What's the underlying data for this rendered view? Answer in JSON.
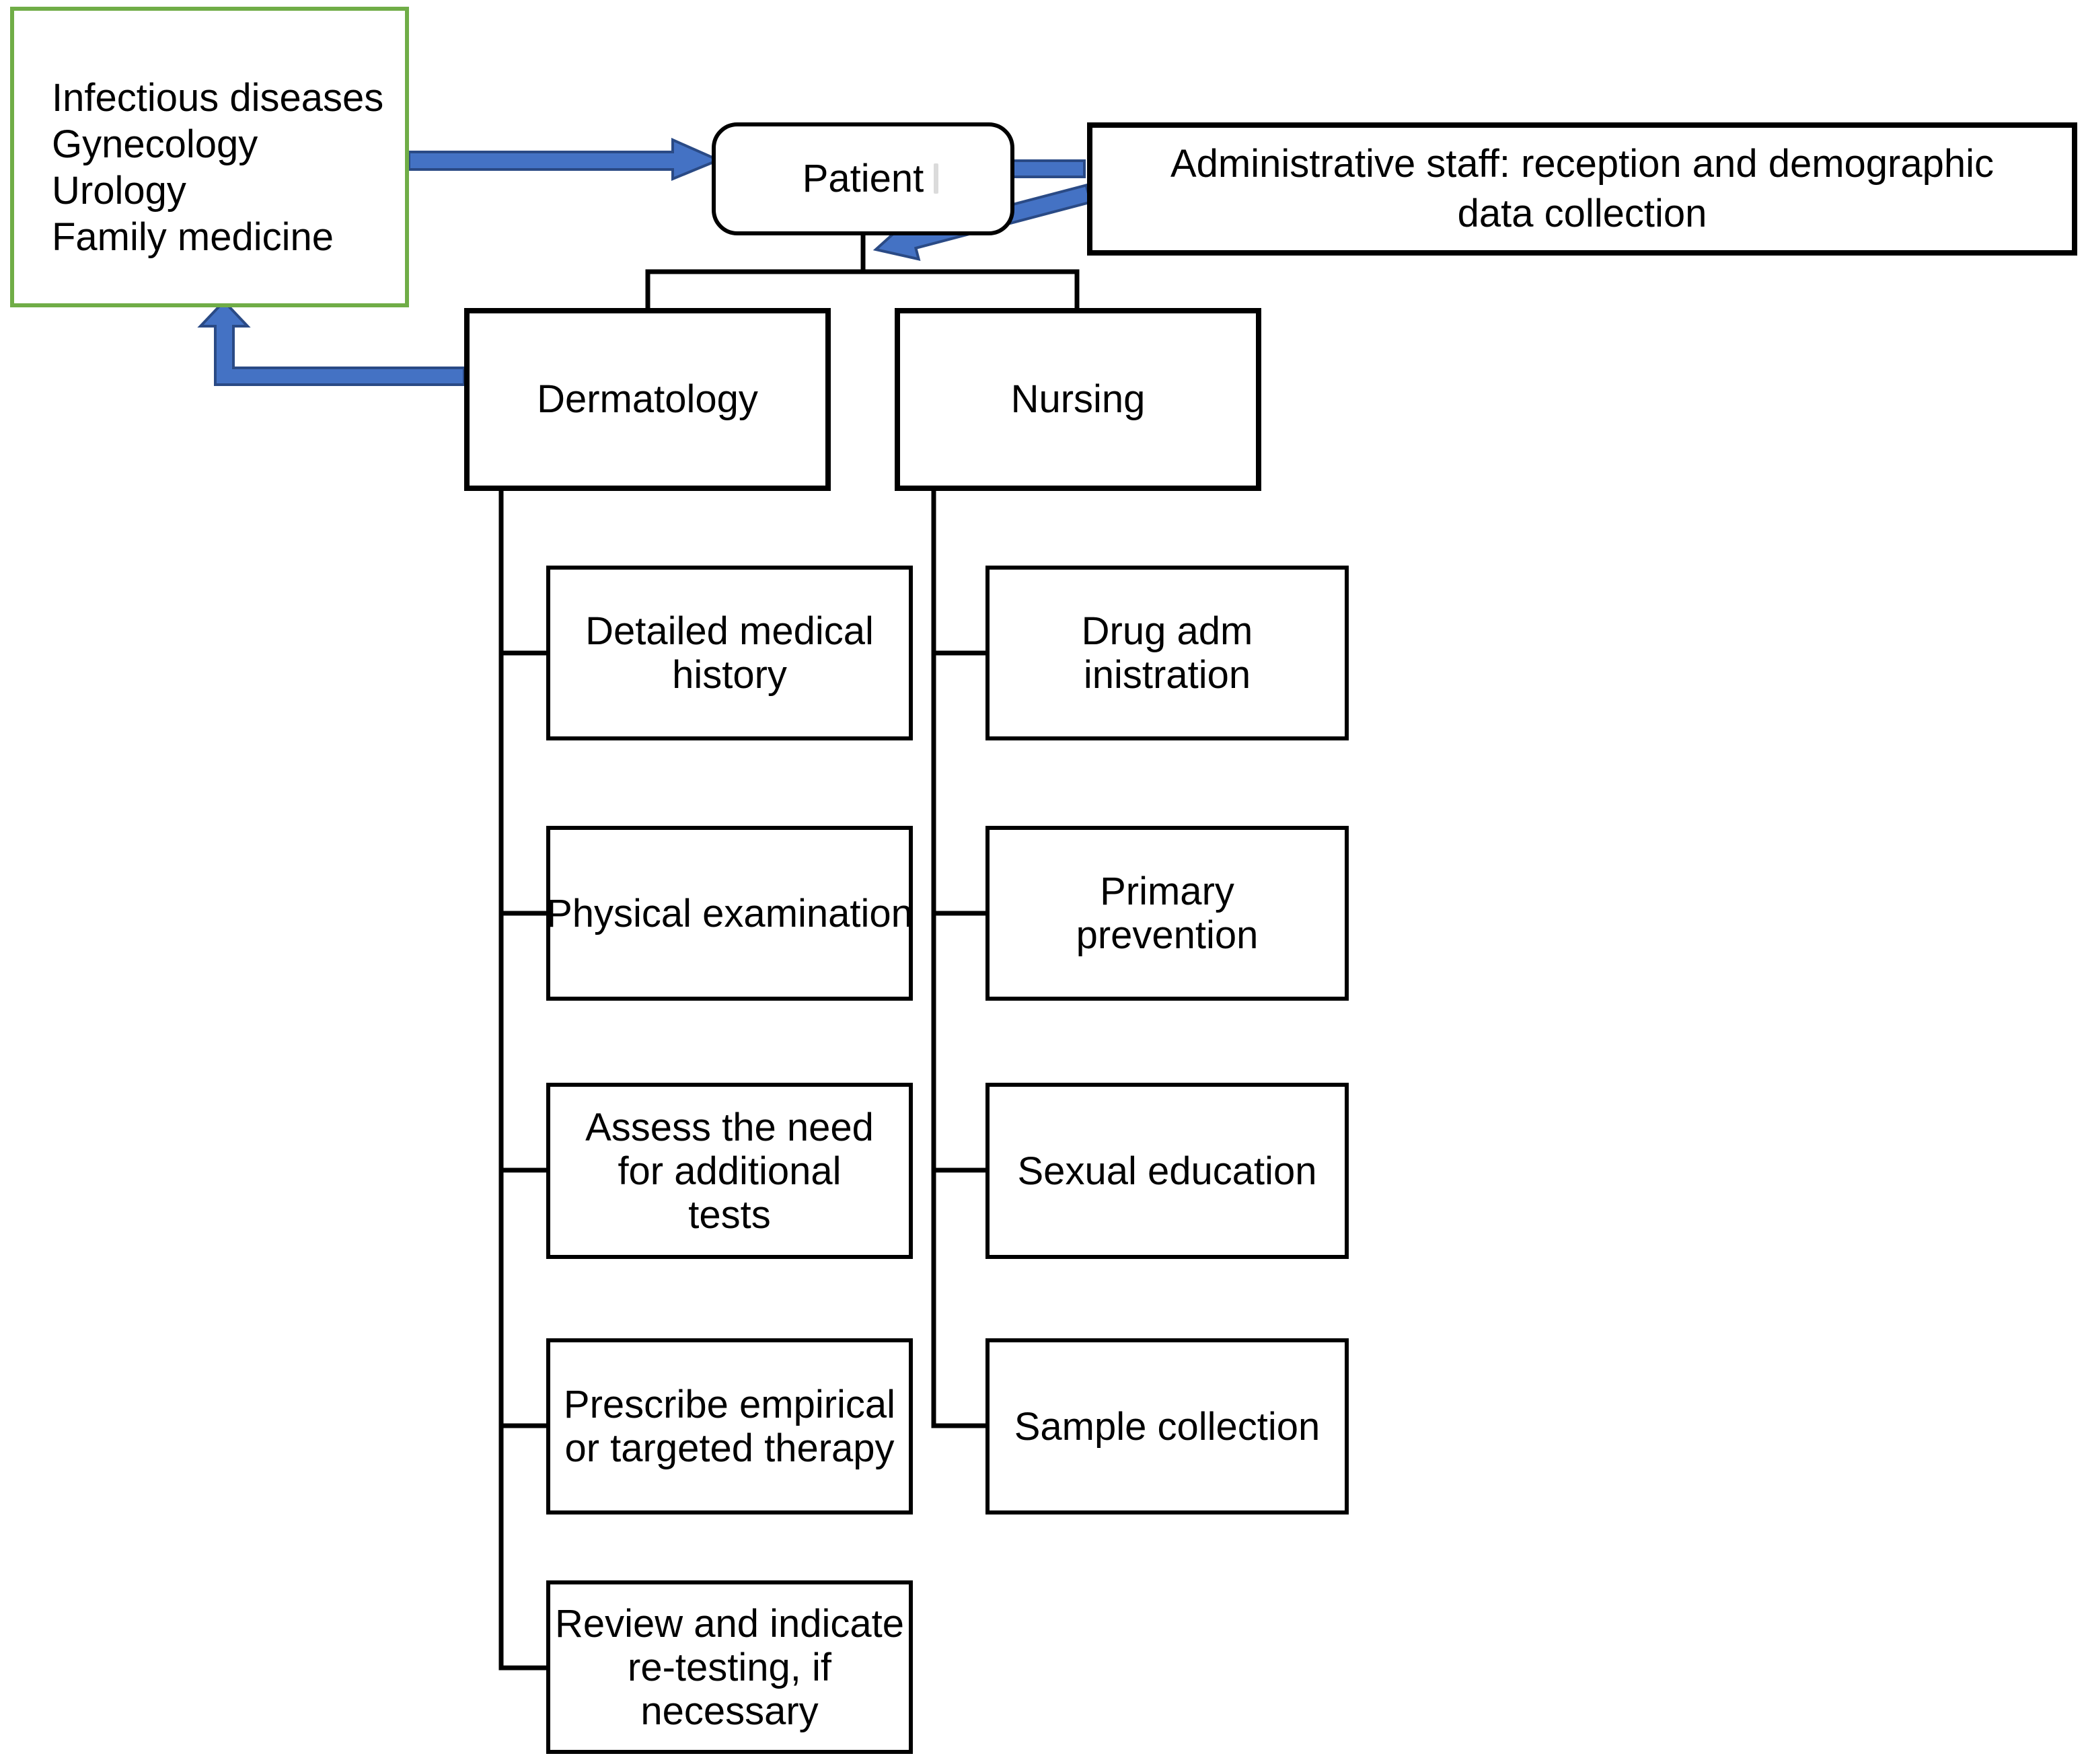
{
  "colors": {
    "arrow_fill": "#4472c4",
    "arrow_stroke": "#2a4a85",
    "referral_border": "#70ad47",
    "box_border": "#000000",
    "background": "#ffffff"
  },
  "referral": {
    "lines": [
      "Infectious diseases",
      "Gynecology",
      "Urology",
      "Family medicine"
    ]
  },
  "patient": {
    "label": "Patient"
  },
  "admin": {
    "lines": [
      "Administrative staff: reception and demographic",
      "data collection"
    ]
  },
  "dermatology": {
    "label": "Dermatology",
    "steps": [
      {
        "lines": [
          "Detailed medical",
          "history"
        ]
      },
      {
        "lines": [
          "Physical examination"
        ]
      },
      {
        "lines": [
          "Assess the need",
          "for additional",
          "tests"
        ]
      },
      {
        "lines": [
          "Prescribe empirical",
          "or targeted therapy"
        ]
      },
      {
        "lines": [
          "Review and indicate",
          "re-testing, if",
          "necessary"
        ]
      }
    ]
  },
  "nursing": {
    "label": "Nursing",
    "tasks": [
      {
        "lines": [
          "Drug adm",
          "inistration"
        ]
      },
      {
        "lines": [
          "Primary",
          "prevention"
        ]
      },
      {
        "lines": [
          "Sexual education"
        ]
      },
      {
        "lines": [
          "Sample collection"
        ]
      }
    ]
  }
}
